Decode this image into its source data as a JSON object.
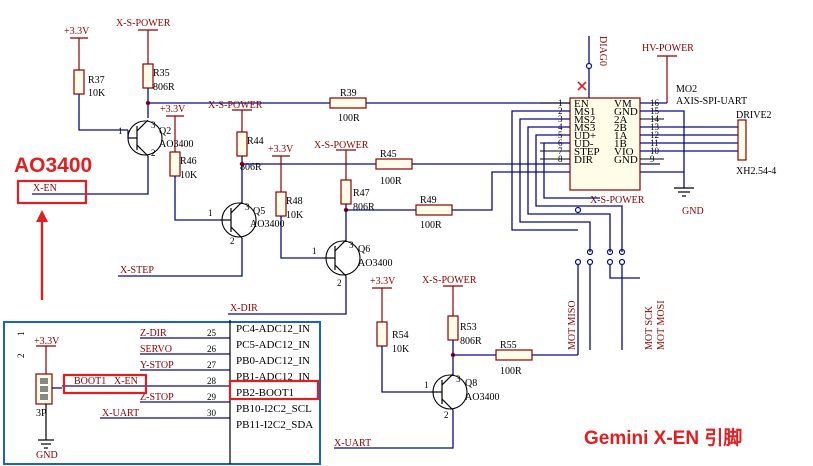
{
  "power": {
    "v33": "+3.3V",
    "xs": "X-S-POWER",
    "hv": "HV-POWER",
    "gnd": "GND"
  },
  "resistors": {
    "r37": {
      "ref": "R37",
      "val": "10K"
    },
    "r35": {
      "ref": "R35",
      "val": "806R"
    },
    "r39": {
      "ref": "R39",
      "val": "100R"
    },
    "r44": {
      "ref": "R44",
      "val": "806R"
    },
    "r46": {
      "ref": "R46",
      "val": "10K"
    },
    "r45": {
      "ref": "R45",
      "val": "100R"
    },
    "r47": {
      "ref": "R47",
      "val": "806R"
    },
    "r48": {
      "ref": "R48",
      "val": "10K"
    },
    "r49": {
      "ref": "R49",
      "val": "100R"
    },
    "r54": {
      "ref": "R54",
      "val": "10K"
    },
    "r53": {
      "ref": "R53",
      "val": "806R"
    },
    "r55": {
      "ref": "R55",
      "val": "100R"
    }
  },
  "transistors": {
    "q2": {
      "ref": "Q2",
      "part": "AO3400"
    },
    "q5": {
      "ref": "Q5",
      "part": "AO3400"
    },
    "q6": {
      "ref": "Q6",
      "part": "AO3400"
    },
    "q8": {
      "ref": "Q8",
      "part": "AO3400"
    }
  },
  "nets": {
    "x_en": "X-EN",
    "x_step": "X-STEP",
    "x_dir": "X-DIR",
    "x_uart": "X-UART",
    "diag0": "DIAG0",
    "mot_miso": "MOT MISO",
    "mot_sck": "MOT SCK",
    "mot_mosi": "MOT MOSI",
    "mo2": "MO2",
    "spi_uart": "AXIS-SPI-UART",
    "drive2": "DRIVE2",
    "header": "XH2.54-4",
    "boot1": "BOOT1",
    "z_dir": "Z-DIR",
    "servo": "SERVO",
    "y_stop": "Y-STOP",
    "z_stop": "Z-STOP",
    "x_uart2": "X-UART",
    "jumper": "3P"
  },
  "driver": {
    "left_pins": [
      "1",
      "2",
      "3",
      "4",
      "5",
      "6",
      "7",
      "8"
    ],
    "left_names": [
      "EN",
      "MS1",
      "MS2",
      "MS3",
      "UD+",
      "UD-",
      "STEP",
      "DIR"
    ],
    "right_pins": [
      "16",
      "15",
      "14",
      "13",
      "12",
      "11",
      "10",
      "9"
    ],
    "right_names": [
      "VM",
      "GND",
      "2A",
      "2B",
      "1A",
      "1B",
      "VIO",
      "GND"
    ]
  },
  "mcu": {
    "pins": [
      "25",
      "26",
      "27",
      "28",
      "29",
      "30"
    ],
    "names": [
      "PC4-ADC12_IN",
      "PC5-ADC12_IN",
      "PB0-ADC12_IN",
      "PB1-ADC12_IN",
      "PB2-BOOT1",
      "PB10-I2C2_SCL",
      "PB11-I2C2_SDA"
    ]
  },
  "jumper_pins": {
    "p2": "2",
    "p1": "1"
  },
  "annotations": {
    "part_callout": "AO3400",
    "title": "Gemini X-EN 引脚"
  }
}
